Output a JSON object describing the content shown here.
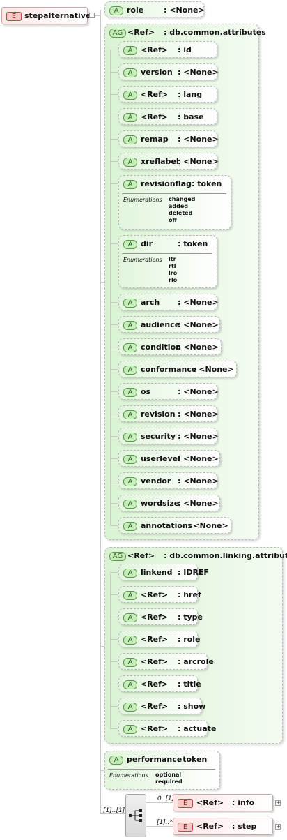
{
  "root": {
    "badge": "E",
    "name": "stepalternatives",
    "collapse": "−"
  },
  "role_attr": {
    "badge": "A",
    "name": "role",
    "type": ": <None>"
  },
  "group1": {
    "badge": "AG",
    "name": "<Ref>",
    "type": ": db.common.attributes",
    "attrs": [
      {
        "badge": "A",
        "name": "<Ref>",
        "type": ": id"
      },
      {
        "badge": "A",
        "name": "version",
        "type": ": <None>"
      },
      {
        "badge": "A",
        "name": "<Ref>",
        "type": ": lang"
      },
      {
        "badge": "A",
        "name": "<Ref>",
        "type": ": base"
      },
      {
        "badge": "A",
        "name": "remap",
        "type": ": <None>"
      },
      {
        "badge": "A",
        "name": "xreflabel",
        "type": ": <None>"
      },
      {
        "badge": "A",
        "name": "revisionflag",
        "type": ": token",
        "enum_title": "Enumerations",
        "enums": "changed\nadded\ndeleted\noff"
      },
      {
        "badge": "A",
        "name": "dir",
        "type": ": token",
        "enum_title": "Enumerations",
        "enums": "ltr\nrtl\nlro\nrlo"
      },
      {
        "badge": "A",
        "name": "arch",
        "type": ": <None>"
      },
      {
        "badge": "A",
        "name": "audience",
        "type": ": <None>"
      },
      {
        "badge": "A",
        "name": "condition",
        "type": ": <None>"
      },
      {
        "badge": "A",
        "name": "conformance",
        "type": ": <None>"
      },
      {
        "badge": "A",
        "name": "os",
        "type": ": <None>"
      },
      {
        "badge": "A",
        "name": "revision",
        "type": ": <None>"
      },
      {
        "badge": "A",
        "name": "security",
        "type": ": <None>"
      },
      {
        "badge": "A",
        "name": "userlevel",
        "type": ": <None>"
      },
      {
        "badge": "A",
        "name": "vendor",
        "type": ": <None>"
      },
      {
        "badge": "A",
        "name": "wordsize",
        "type": ": <None>"
      },
      {
        "badge": "A",
        "name": "annotations",
        "type": ": <None>"
      }
    ]
  },
  "group2": {
    "badge": "AG",
    "name": "<Ref>",
    "type": ": db.common.linking.attributes",
    "attrs": [
      {
        "badge": "A",
        "name": "linkend",
        "type": ": IDREF"
      },
      {
        "badge": "A",
        "name": "<Ref>",
        "type": ": href"
      },
      {
        "badge": "A",
        "name": "<Ref>",
        "type": ": type"
      },
      {
        "badge": "A",
        "name": "<Ref>",
        "type": ": role"
      },
      {
        "badge": "A",
        "name": "<Ref>",
        "type": ": arcrole"
      },
      {
        "badge": "A",
        "name": "<Ref>",
        "type": ": title"
      },
      {
        "badge": "A",
        "name": "<Ref>",
        "type": ": show"
      },
      {
        "badge": "A",
        "name": "<Ref>",
        "type": ": actuate"
      }
    ]
  },
  "performance_attr": {
    "badge": "A",
    "name": "performance",
    "type": ": token",
    "enum_title": "Enumerations",
    "enums": "optional\nrequired"
  },
  "sequence": {
    "cardinality": "[1]..[1]",
    "children": [
      {
        "badge": "E",
        "name": "<Ref>",
        "type": ": info",
        "cardinality": "0..[1]",
        "expand": "+"
      },
      {
        "badge": "E",
        "name": "<Ref>",
        "type": ": step",
        "cardinality": "[1]..*",
        "expand": "+"
      }
    ]
  }
}
